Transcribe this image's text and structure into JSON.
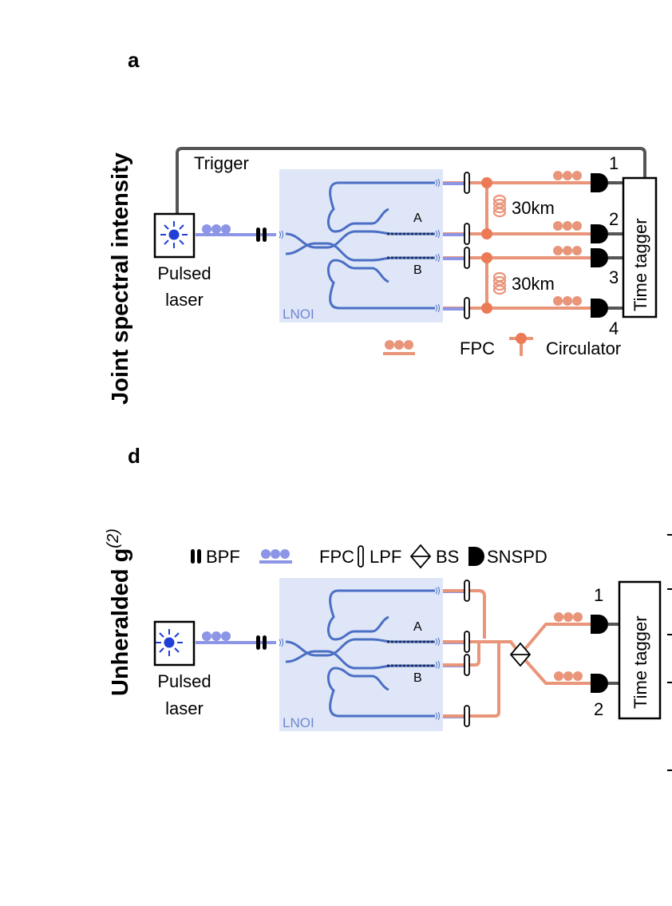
{
  "panel_a": {
    "label": "a",
    "side_label": "Joint spectral intensity",
    "trigger": "Trigger",
    "laser": [
      "Pulsed",
      "laser"
    ],
    "chip": "LNOI",
    "arm_a": "A",
    "arm_b": "B",
    "fiber_spool_1": "30km",
    "fiber_spool_2": "30km",
    "time_tagger": "Time tagger",
    "channels": [
      "1",
      "2",
      "3",
      "4"
    ],
    "legend": {
      "fpc": "FPC",
      "circulator": "Circulator"
    }
  },
  "panel_d": {
    "label": "d",
    "side_label": "Unheralded g",
    "side_label_sup": "(2)",
    "legend": {
      "bpf": "BPF",
      "fpc": "FPC",
      "lpf": "LPF",
      "bs": "BS",
      "snspd": "SNSPD"
    },
    "laser": [
      "Pulsed",
      "laser"
    ],
    "chip": "LNOI",
    "arm_a": "A",
    "arm_b": "B",
    "time_tagger": "Time tagger",
    "channels": [
      "1",
      "2"
    ]
  },
  "colors": {
    "blue_fiber": "#8c95e6",
    "waveguide": "#4a6fc4",
    "chip": "#dfe6f7",
    "orange_fiber": "#e9957a",
    "circulator": "#ec7b55",
    "laser": "#1f3fd6"
  }
}
